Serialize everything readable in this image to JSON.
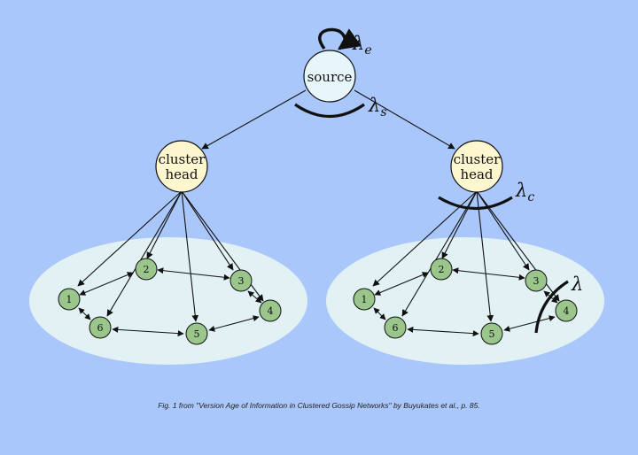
{
  "diagram": {
    "source_label": "source",
    "cluster_head_label_line1": "cluster",
    "cluster_head_label_line2": "head",
    "rate_labels": {
      "lambda_e": "λe",
      "lambda_s": "λs",
      "lambda_c": "λc",
      "lambda": "λ"
    },
    "cluster_nodes": [
      "1",
      "2",
      "3",
      "4",
      "5",
      "6"
    ]
  },
  "caption": "Fig. 1 from \"Version Age of Information in Clustered Gossip Networks\" by Buyukates et al., p. 85.",
  "colors": {
    "background": "#a9c7fb",
    "ellipse": "#e2f1f3",
    "source_fill": "#e6f6fb",
    "cluster_head_fill": "#fdf6cf",
    "node_fill": "#9ac68c",
    "stroke": "#111111"
  }
}
